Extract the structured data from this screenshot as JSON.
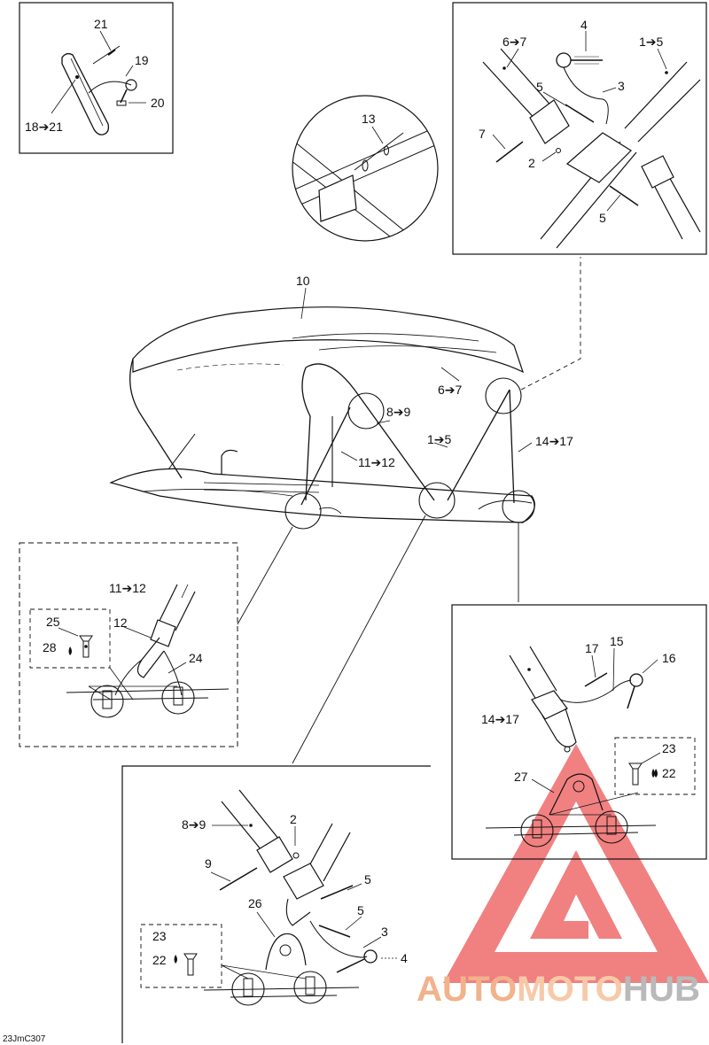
{
  "labels": {
    "d1_21": "21",
    "d1_19": "19",
    "d1_20": "20",
    "d1_18_21": "18➔21",
    "d2_13": "13",
    "d3_4": "4",
    "d3_6_7": "6➔7",
    "d3_1_5": "1➔5",
    "d3_3": "3",
    "d3_5a": "5",
    "d3_7": "7",
    "d3_2": "2",
    "d3_5b": "5",
    "m_10": "10",
    "m_6_7": "6➔7",
    "m_8_9": "8➔9",
    "m_1_5": "1➔5",
    "m_14_17": "14➔17",
    "m_11_12": "11➔12",
    "d4_11_12": "11➔12",
    "d4_25": "25",
    "d4_12": "12",
    "d4_28": "28",
    "d4_24": "24",
    "d5_15": "15",
    "d5_17": "17",
    "d5_16": "16",
    "d5_14_17": "14➔17",
    "d5_23": "23",
    "d5_22": "22",
    "d5_27": "27",
    "d6_8_9": "8➔9",
    "d6_2": "2",
    "d6_9": "9",
    "d6_5a": "5",
    "d6_26": "26",
    "d6_5b": "5",
    "d6_3": "3",
    "d6_23": "23",
    "d6_22": "22",
    "d6_4": "4"
  },
  "figure_code": "23JmC307",
  "watermark": {
    "part1": "AUTO",
    "part2": "MOTO",
    "part3": "HUB",
    "color_primary": "#f2b28c",
    "color_secondary": "#f7c9a8",
    "color_hub": "#b9b9b9",
    "color_logo": "#ef6b6b"
  }
}
